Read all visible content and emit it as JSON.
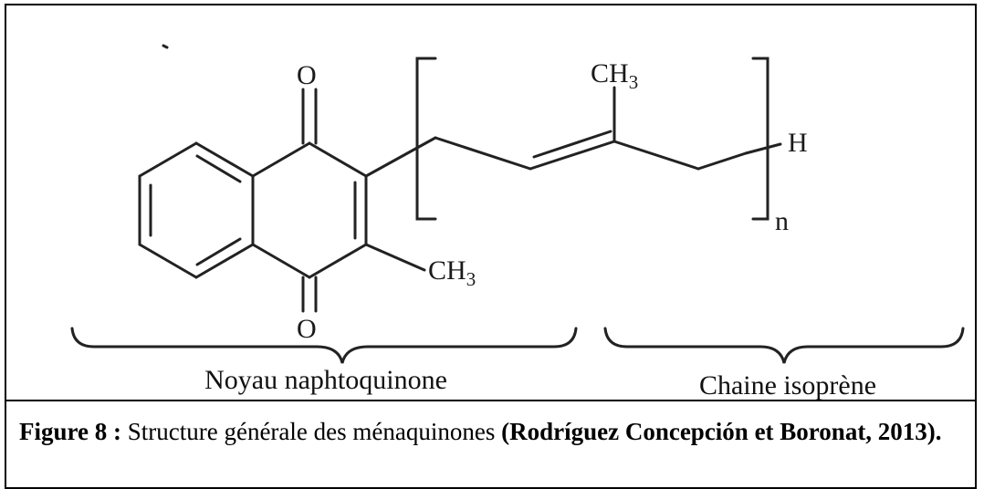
{
  "structure": {
    "atom_O_top": "O",
    "atom_O_bottom": "O",
    "ch3_main": "CH",
    "ch3_sub": "3",
    "ch3_ring_main": "CH",
    "ch3_ring_sub": "3",
    "atom_H": "H",
    "repeat_n": "n",
    "labels": {
      "nucleus": "Noyau naphtoquinone",
      "chain": "Chaine isoprène"
    }
  },
  "caption": {
    "figure_label": "Figure 8 :",
    "description": " Structure générale des ménaquinones ",
    "citation": "(Rodríguez Concepción et Boronat, 2013)."
  },
  "colors": {
    "ink": "#222222",
    "border": "#000000"
  }
}
